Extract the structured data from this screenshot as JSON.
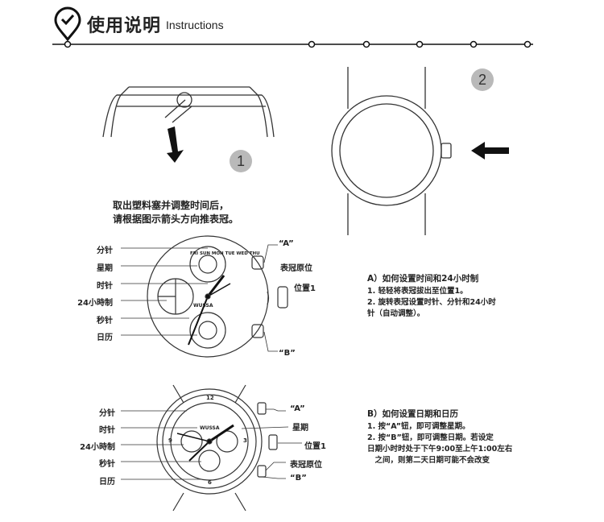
{
  "header": {
    "title": "使用说明",
    "subtitle": "Instructions"
  },
  "step1": {
    "badge": "1",
    "caption_line1": "取出塑料塞并调整时间后，",
    "caption_line2": "请根据图示箭头方向推表冠。"
  },
  "step2": {
    "badge": "2"
  },
  "watch1": {
    "left_labels": [
      "分针",
      "星期",
      "时针",
      "24小時制",
      "秒针",
      "日历"
    ],
    "right_labels": {
      "a": "“A”",
      "crown_home": "表冠原位",
      "pos1": "位置1",
      "b": "“B”"
    },
    "brand": "WUSSA",
    "day_ring": "FRI SUN MON TUE WED THU"
  },
  "watch2": {
    "left_labels": [
      "分针",
      "时针",
      "24小時制",
      "秒针",
      "日历"
    ],
    "right_labels": {
      "a": "“A”",
      "day": "星期",
      "pos1": "位置1",
      "crown_home": "表冠原位",
      "b": "“B”"
    },
    "brand": "WUSSA",
    "dial_numbers": [
      "12",
      "3",
      "6",
      "9"
    ]
  },
  "instructions_a": {
    "title": "A）如何设置时间和24小时制",
    "lines": [
      "1. 轻轻将表冠拔出至位置1。",
      "2. 旋转表冠设置时针、分针和24小时",
      "针（自动调整）。"
    ]
  },
  "instructions_b": {
    "title": "B）如何设置日期和日历",
    "lines": [
      "1. 按“A”钮，即可调整星期。",
      "2. 按“B”钮，即可调整日期。若设定",
      "日期小时时处于下午9:00至上午1:00左右",
      "　之间，则第二天日期可能不会改变"
    ]
  }
}
